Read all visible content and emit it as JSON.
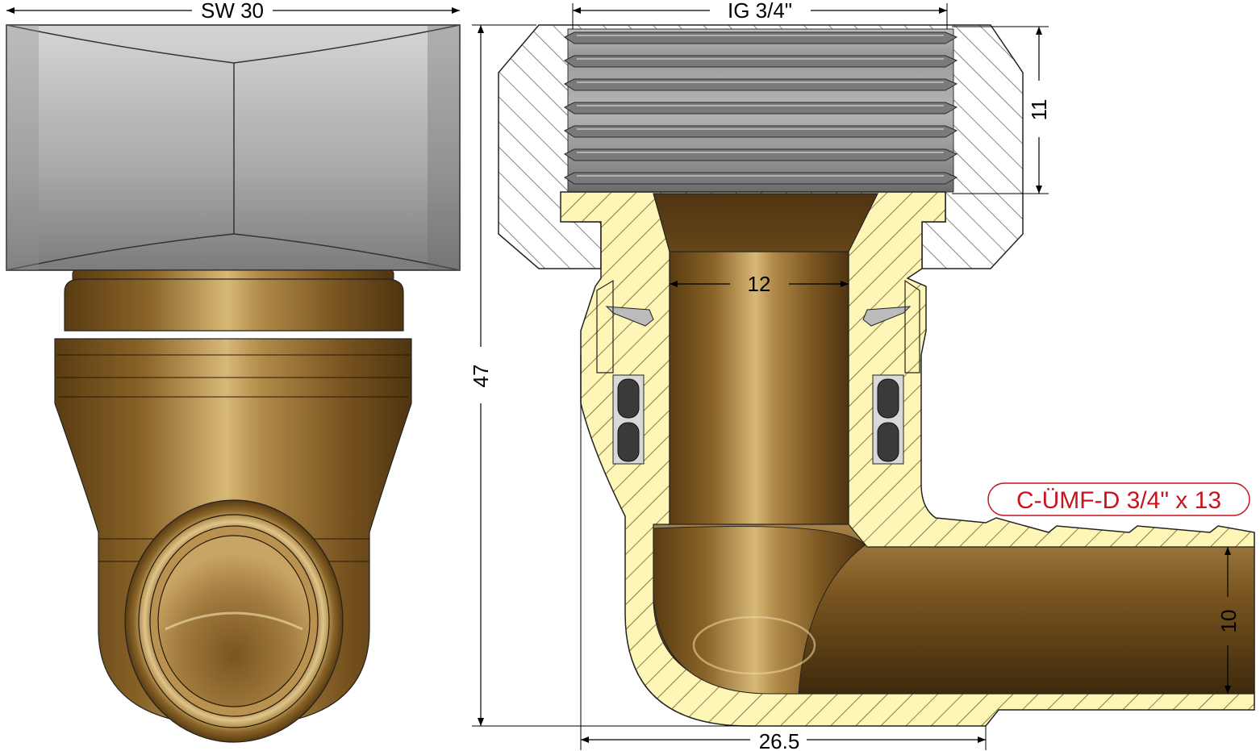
{
  "drawing": {
    "dimensions": {
      "wrench_size": "SW 30",
      "thread_size": "IG 3/4\"",
      "thread_depth": "11",
      "overall_height": "47",
      "bore_diameter": "12",
      "outlet_bore": "10",
      "outlet_length": "26.5"
    },
    "part_label": "C-ÜMF-D 3/4\" x 13"
  },
  "colors": {
    "brass_dark": "#6b4a1c",
    "brass_mid": "#a07a3e",
    "brass_light": "#d8b877",
    "section_fill": "#fdf6b6",
    "steel_dark": "#5a5a5a",
    "steel_light": "#c9c9c9",
    "seal": "#3a3a3a",
    "label_red": "#c8141e"
  }
}
